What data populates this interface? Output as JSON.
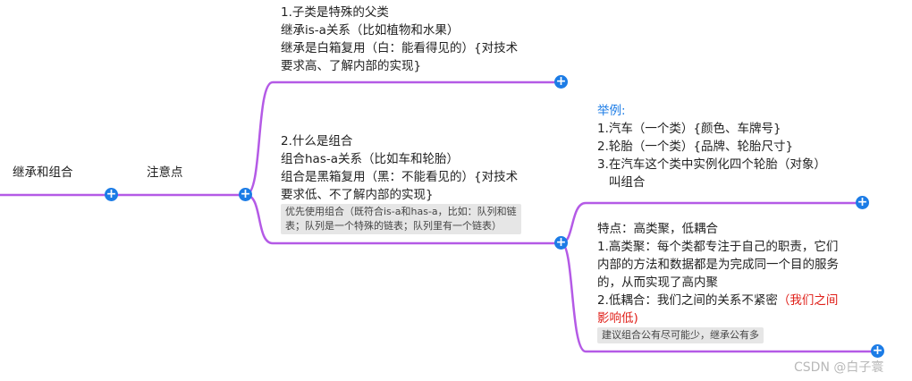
{
  "root": {
    "label": "继承和组合"
  },
  "branch": {
    "label": "注意点"
  },
  "topic_inheritance": {
    "lines": [
      "1.子类是特殊的父类",
      "继承is-a关系（比如植物和水果）",
      "继承是白箱复用（白：能看得见的）{对技术",
      "要求高、了解内部的实现}"
    ]
  },
  "topic_composition": {
    "lines": [
      "2.什么是组合",
      "组合has-a关系（比如车和轮胎）",
      "组合是黑箱复用（黑：不能看见的）{对技术",
      "要求低、不了解内部的实现}"
    ],
    "note_lines": [
      "优先使用组合（既符合is-a和has-a，比如：队列和链",
      "表；队列是一个特殊的链表；队列里有一个链表）"
    ]
  },
  "topic_example": {
    "heading": "举例:",
    "lines": [
      "1.汽车（一个类）{颜色、车牌号}",
      "2.轮胎（一个类）{品牌、轮胎尺寸}",
      "3.在汽车这个类中实例化四个轮胎（对象）",
      "   叫组合"
    ]
  },
  "topic_features": {
    "lines": [
      "特点：高类聚，低耦合",
      "1.高类聚：每个类都专注于自己的职责，它们",
      "内部的方法和数据都是为完成同一个目的服务",
      "的，从而实现了高内聚",
      "2.低耦合：我们之间的关系不紧密"
    ],
    "red_part1": "（我们之间",
    "red_part2": "影响低)",
    "note": "建议组合公有尽可能少，继承公有多"
  },
  "expand_icon": "+",
  "watermark": "CSDN @白子寰",
  "colors": {
    "link": "#b45ae6",
    "plus": "#1c7ce6",
    "red": "#e0201a",
    "note_bg": "#e6e6e6"
  }
}
